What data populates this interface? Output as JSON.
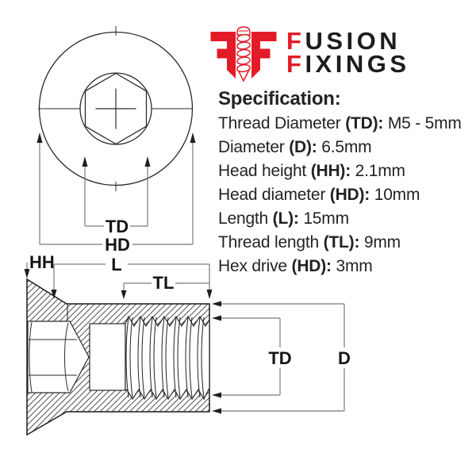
{
  "logo": {
    "line1_initial": "F",
    "line1_rest": "USION",
    "line2_initial": "F",
    "line2_rest": "IXINGS"
  },
  "specification": {
    "heading": "Specification:",
    "items": [
      {
        "pre": "Thread Diameter ",
        "bold": "(TD):",
        "post": " M5 - 5mm"
      },
      {
        "pre": "Diameter ",
        "bold": "(D):",
        "post": " 6.5mm"
      },
      {
        "pre": "Head height ",
        "bold": "(HH):",
        "post": " 2.1mm"
      },
      {
        "pre": "Head diameter ",
        "bold": "(HD):",
        "post": " 10mm"
      },
      {
        "pre": "Length ",
        "bold": "(L):",
        "post": " 15mm"
      },
      {
        "pre": "Thread length ",
        "bold": "(TL):",
        "post": " 9mm"
      },
      {
        "pre": "Hex drive ",
        "bold": "(HD):",
        "post": " 3mm"
      }
    ]
  },
  "diagram_labels": {
    "top_view": {
      "thread_diameter": "TD",
      "head_diameter": "HD"
    },
    "side_view": {
      "head_height": "HH",
      "length": "L",
      "thread_length": "TL",
      "thread_diameter": "TD",
      "diameter": "D"
    }
  },
  "colors": {
    "logo_red": "#e31b27",
    "ink": "#1d1d1b",
    "dimension_line_gray": "#7a7a7a"
  }
}
